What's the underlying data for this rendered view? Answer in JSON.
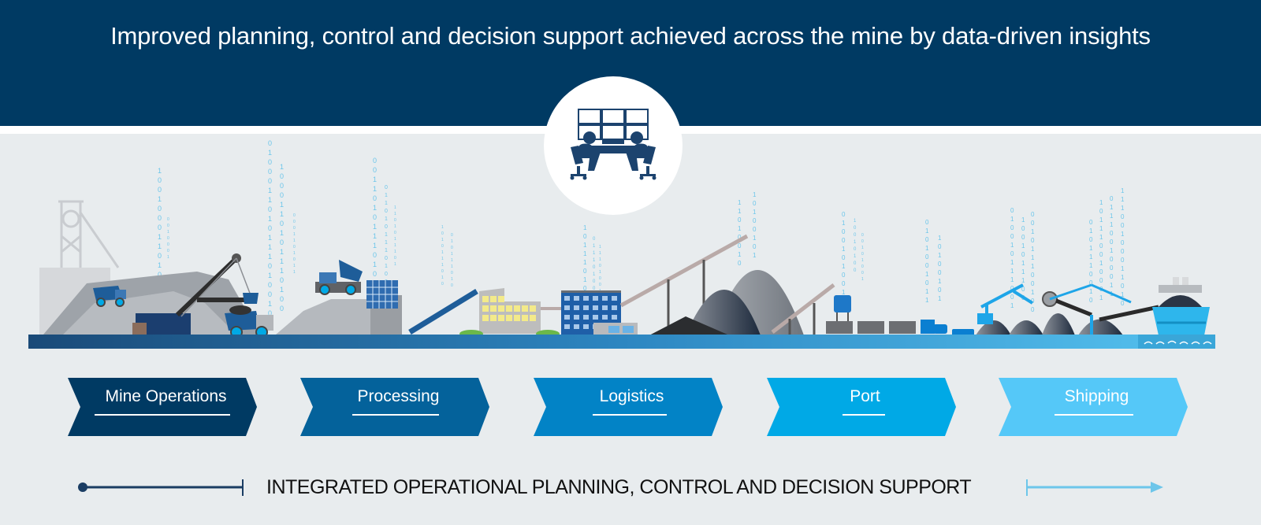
{
  "header": {
    "title": "Improved planning, control and decision support achieved across the mine by data-driven insights",
    "background_color": "#003a63"
  },
  "hub": {
    "icon": "control-room-operators-icon",
    "description": "Two operators at a desk facing a 3x2 video wall"
  },
  "illustration": {
    "binary_digits_color": "#6dc6ea",
    "ground_color_start": "#1a4a78",
    "ground_color_end": "#56c3f0",
    "scenes": [
      {
        "name": "mine",
        "elements": [
          "headframe",
          "pit-slope",
          "haul-truck",
          "electric-shovel",
          "haul-truck"
        ]
      },
      {
        "name": "processing",
        "elements": [
          "dump-truck",
          "crusher",
          "conveyor",
          "processing-plant"
        ]
      },
      {
        "name": "logistics",
        "elements": [
          "office-building",
          "small-building",
          "conveyor",
          "stockpiles"
        ]
      },
      {
        "name": "port",
        "elements": [
          "silo",
          "rail-wagons",
          "locomotive",
          "tractor"
        ]
      },
      {
        "name": "shipping",
        "elements": [
          "ship-loader-crane",
          "stacker-reclaimer",
          "stockpiles",
          "bulk-carrier-ship"
        ]
      }
    ]
  },
  "stages": [
    {
      "label": "Mine Operations",
      "color": "#003a63"
    },
    {
      "label": "Processing",
      "color": "#04629b"
    },
    {
      "label": "Logistics",
      "color": "#0283c6"
    },
    {
      "label": "Port",
      "color": "#00a9e6"
    },
    {
      "label": "Shipping",
      "color": "#55c8f8"
    }
  ],
  "footer": {
    "text": "INTEGRATED OPERATIONAL PLANNING, CONTROL AND DECISION SUPPORT",
    "line_start_color": "#1a3d63",
    "line_end_color": "#6dc6ea"
  }
}
